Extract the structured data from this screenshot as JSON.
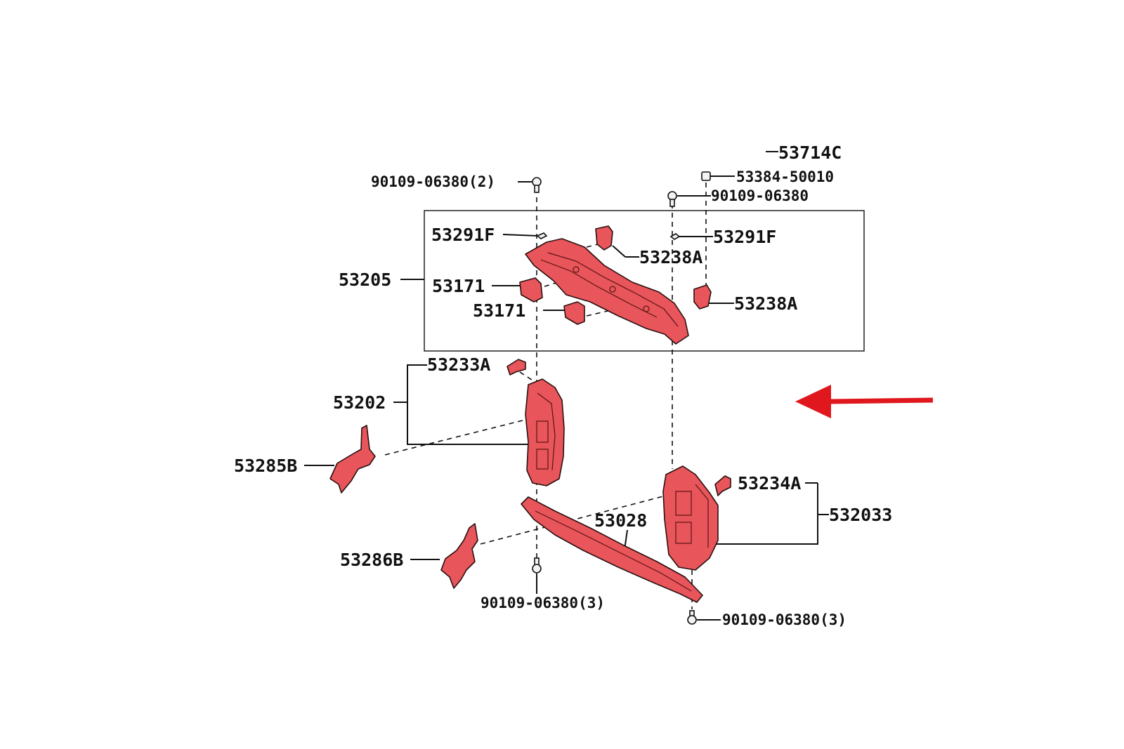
{
  "diagram": {
    "labels": {
      "p53714C": "53714C",
      "p53384_50010": "53384-50010",
      "p90109_06380_top_left": "90109-06380(2)",
      "p90109_06380_top_right": "90109-06380",
      "p53291F_left": "53291F",
      "p53291F_right": "53291F",
      "p53238A_upper": "53238A",
      "p53238A_lower": "53238A",
      "p53205": "53205",
      "p53171_upper": "53171",
      "p53171_lower": "53171",
      "p53233A": "53233A",
      "p53202": "53202",
      "p53285B": "53285B",
      "p53234A": "53234A",
      "p532033": "532033",
      "p53028": "53028",
      "p53286B": "53286B",
      "p90109_06380_bottom_left": "90109-06380(3)",
      "p90109_06380_bottom_right": "90109-06380(3)"
    },
    "highlight_color": "#e8555a",
    "arrow_color": "#e0181e",
    "arrow_direction": "left"
  }
}
